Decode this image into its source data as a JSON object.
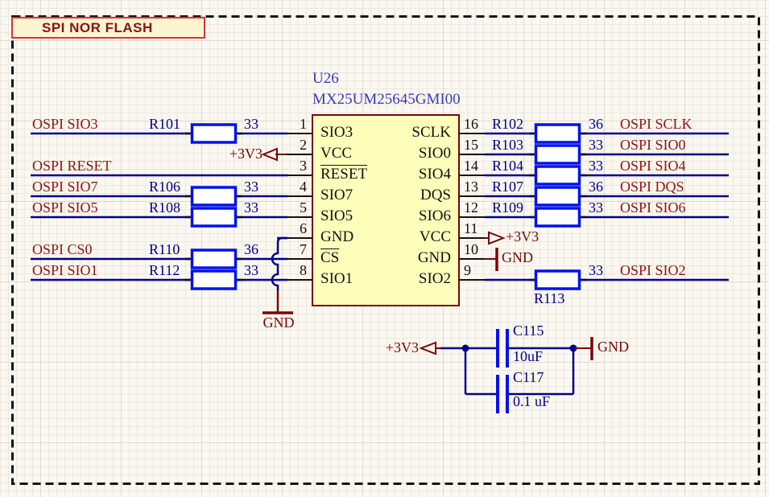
{
  "header": {
    "title": "SPI NOR FLASH"
  },
  "colors": {
    "wire": "#00008B",
    "component_outline": "#0011EE",
    "net_label": "#8E1414",
    "power_symbol": "#7A0505",
    "ic_fill": "#FFFFBC",
    "ic_border": "#7A0505",
    "designator_text": "#00008B",
    "ic_title_text": "#3A3ABF",
    "sheet_background": "#FBF8F1"
  },
  "ic": {
    "designator": "U26",
    "part_number": "MX25UM25645GMI00",
    "pins_left": [
      {
        "num": "1",
        "name": "SIO3"
      },
      {
        "num": "2",
        "name": "VCC"
      },
      {
        "num": "3",
        "name": "RESET",
        "overline": true
      },
      {
        "num": "4",
        "name": "SIO7"
      },
      {
        "num": "5",
        "name": "SIO5"
      },
      {
        "num": "6",
        "name": "GND"
      },
      {
        "num": "7",
        "name": "CS",
        "overline": true
      },
      {
        "num": "8",
        "name": "SIO1"
      }
    ],
    "pins_right": [
      {
        "num": "16",
        "name": "SCLK"
      },
      {
        "num": "15",
        "name": "SIO0"
      },
      {
        "num": "14",
        "name": "SIO4"
      },
      {
        "num": "13",
        "name": "DQS"
      },
      {
        "num": "12",
        "name": "SIO6"
      },
      {
        "num": "11",
        "name": "VCC"
      },
      {
        "num": "10",
        "name": "GND"
      },
      {
        "num": "9",
        "name": "SIO2"
      }
    ]
  },
  "left_nets": [
    {
      "net": "OSPI SIO3",
      "designator": "R101",
      "value": "33",
      "pin": "1"
    },
    {
      "net": "OSPI RESET",
      "pin": "3"
    },
    {
      "net": "OSPI SIO7",
      "designator": "R106",
      "value": "33",
      "pin": "4"
    },
    {
      "net": "OSPI SIO5",
      "designator": "R108",
      "value": "33",
      "pin": "5"
    },
    {
      "net": "OSPI CS0",
      "designator": "R110",
      "value": "36",
      "pin": "7"
    },
    {
      "net": "OSPI SIO1",
      "designator": "R112",
      "value": "33",
      "pin": "8"
    }
  ],
  "right_nets": [
    {
      "net": "OSPI SCLK",
      "designator": "R102",
      "value": "36",
      "pin": "16"
    },
    {
      "net": "OSPI SIO0",
      "designator": "R103",
      "value": "33",
      "pin": "15"
    },
    {
      "net": "OSPI SIO4",
      "designator": "R104",
      "value": "33",
      "pin": "14"
    },
    {
      "net": "OSPI DQS",
      "designator": "R107",
      "value": "36",
      "pin": "13"
    },
    {
      "net": "OSPI SIO6",
      "designator": "R109",
      "value": "33",
      "pin": "12"
    },
    {
      "net": "OSPI SIO2",
      "designator": "R113",
      "value": "33",
      "pin": "9"
    }
  ],
  "capacitors": [
    {
      "designator": "C115",
      "value": "10uF"
    },
    {
      "designator": "C117",
      "value": "0.1 uF"
    }
  ],
  "power": {
    "v3v3": "+3V3",
    "gnd": "GND"
  }
}
